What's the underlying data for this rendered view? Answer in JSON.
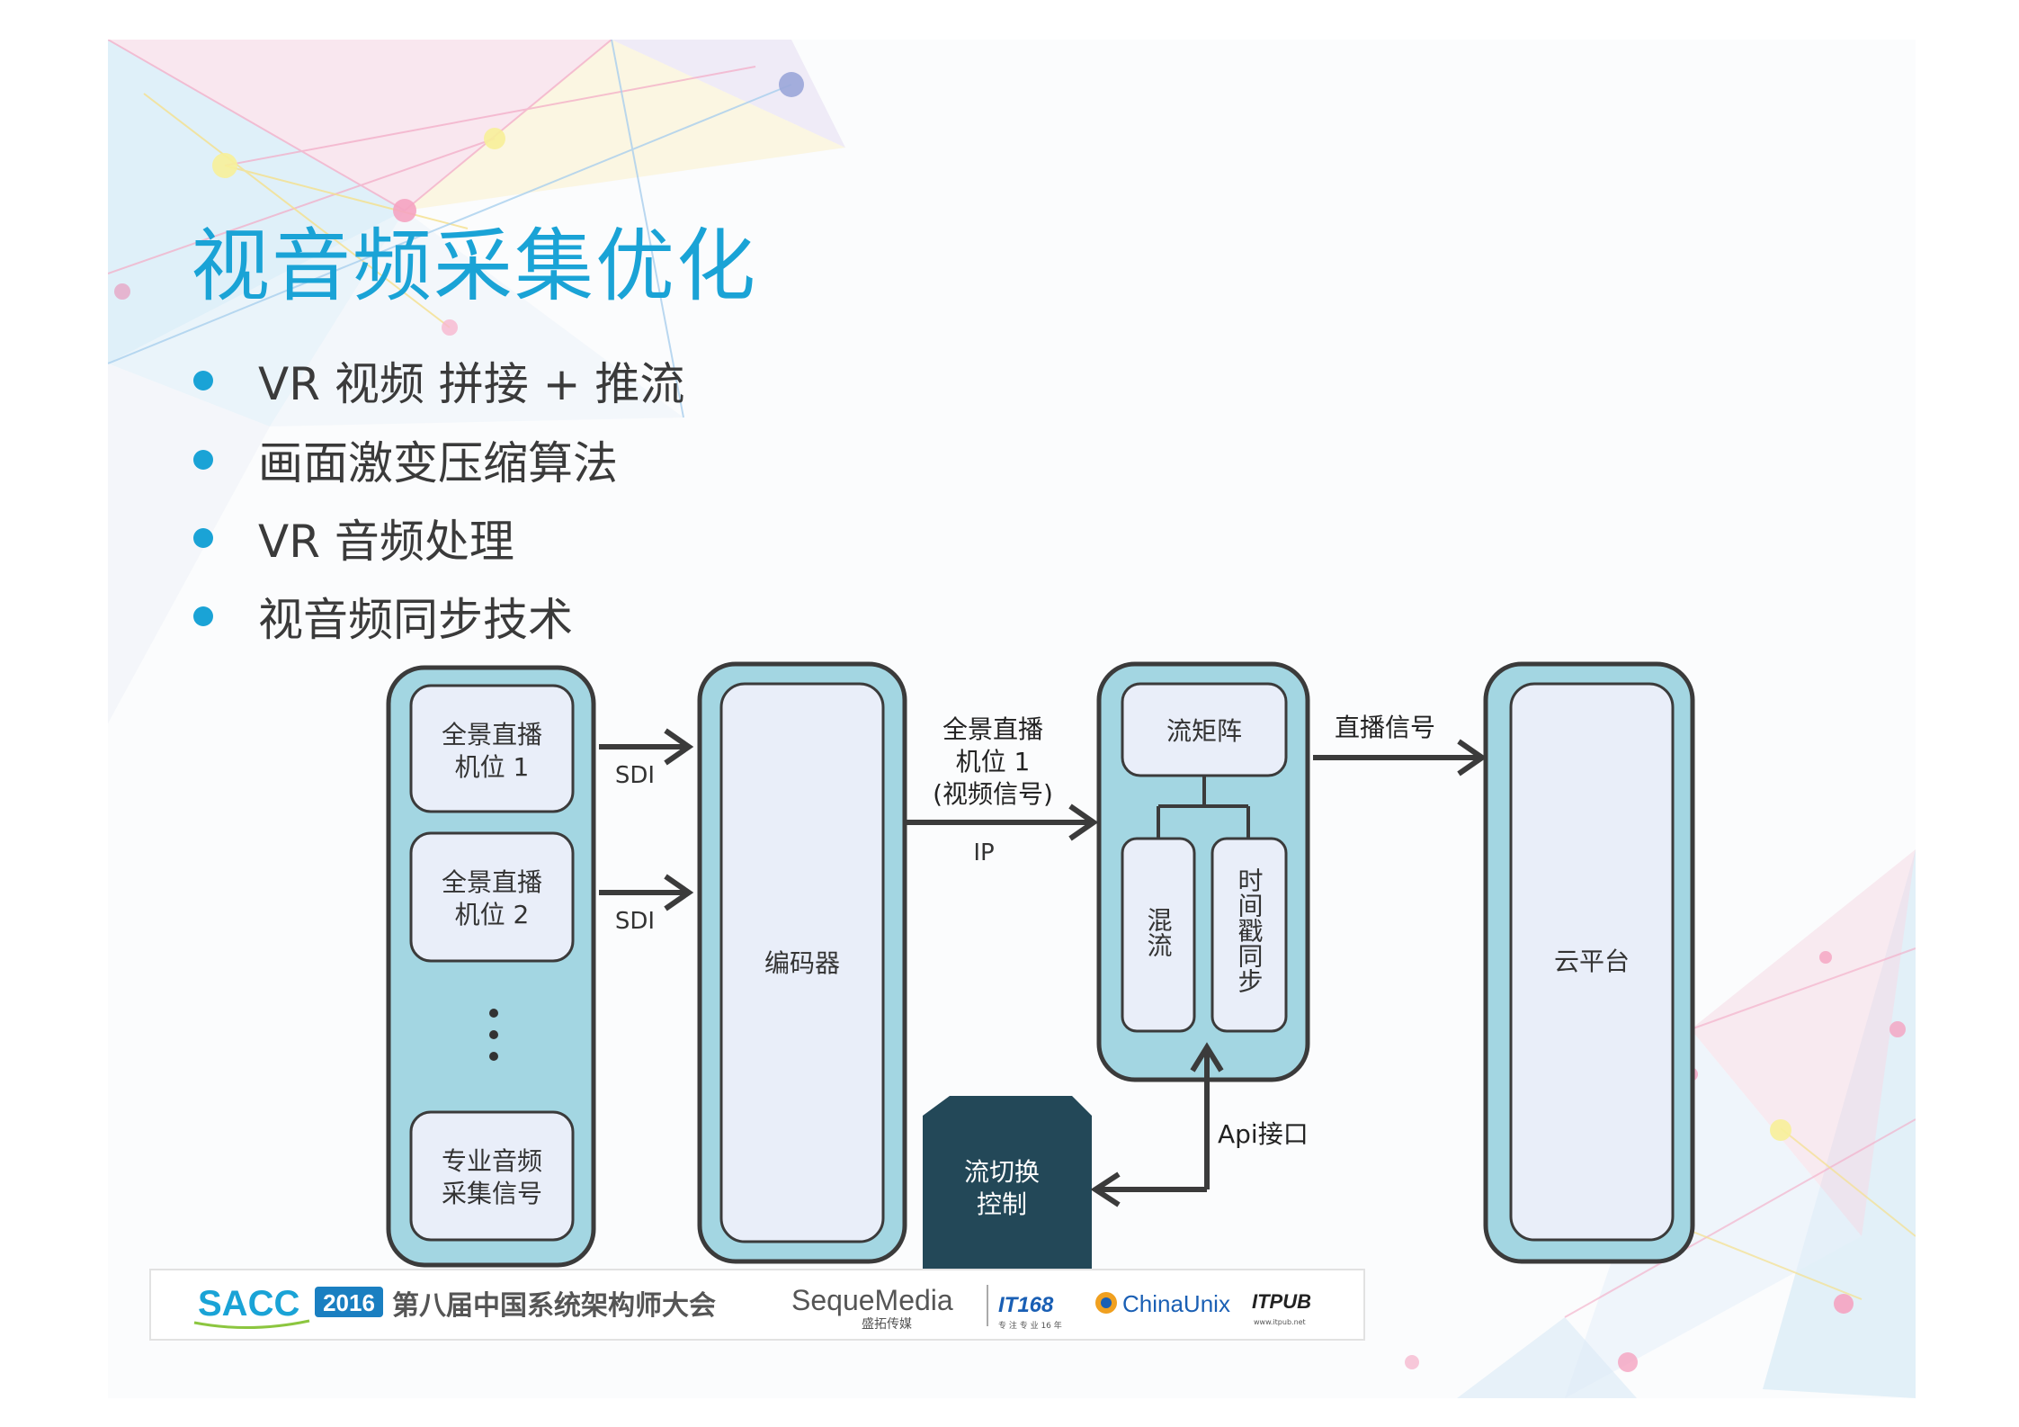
{
  "slide": {
    "title": "视音频采集优化",
    "bullets": [
      "VR 视频 拼接 + 推流",
      "画面激变压缩算法",
      "VR 音频处理",
      "视音频同步技术"
    ]
  },
  "diagram": {
    "sources": [
      {
        "line1": "全景直播",
        "line2": "机位 1"
      },
      {
        "line1": "全景直播",
        "line2": "机位 2"
      },
      {
        "line1": "专业音频",
        "line2": "采集信号"
      }
    ],
    "sdi_labels": [
      "SDI",
      "SDI"
    ],
    "encoder": "编码器",
    "signal_label": [
      "全景直播",
      "机位 1",
      "(视频信号)"
    ],
    "ip_label": "IP",
    "stream_matrix": "流矩阵",
    "mix": "混流",
    "timestamp_sync": "时间戳同步",
    "live_signal": "直播信号",
    "cloud": "云平台",
    "switch_control": [
      "流切换",
      "控制"
    ],
    "api": "Api接口"
  },
  "footer": {
    "sacc": "SACC",
    "year": "2016",
    "conference": "第八届中国系统架构师大会",
    "sponsor1": "SequeMedia",
    "sponsor1_sub": "盛拓传媒",
    "sponsor2": "IT168",
    "sponsor2_sub": "专 注 专 业 16 年",
    "sponsor3": "ChinaUnix",
    "sponsor4": "ITPUB",
    "sponsor4_sub": "www.itpub.net"
  },
  "colors": {
    "accent": "#1aa3d6",
    "box_outer": "#a3d6e2",
    "box_inner": "#e9eef9",
    "border": "#3b3b3b",
    "dark_control": "#234858"
  }
}
